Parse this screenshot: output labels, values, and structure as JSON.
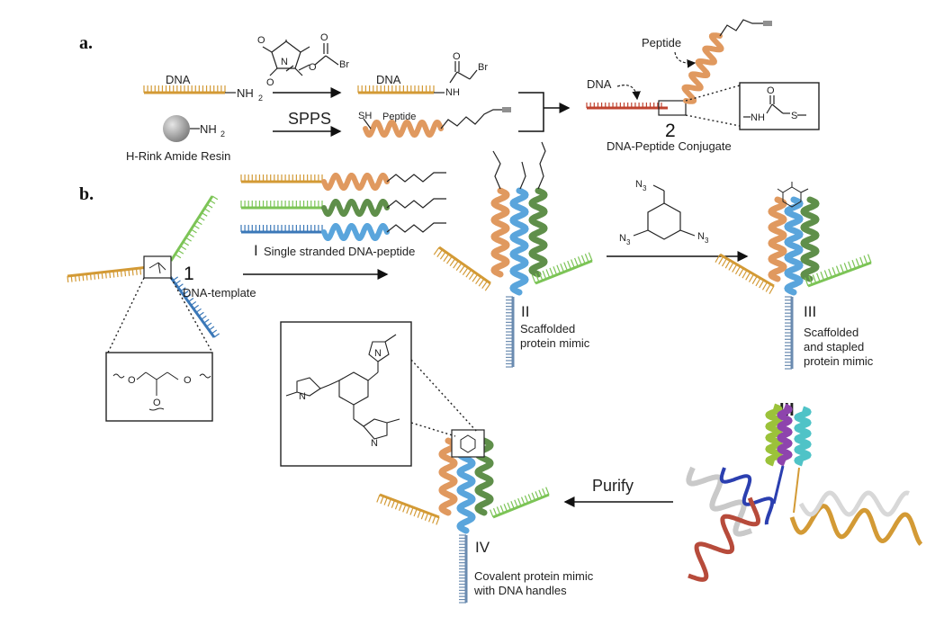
{
  "panels": {
    "a": "a.",
    "b": "b."
  },
  "panel_a": {
    "dna": "DNA",
    "nh2": "NH",
    "sub2": "2",
    "resin": "H-Rink Amide Resin",
    "spps": "SPPS",
    "sh": "SH",
    "peptide": "Peptide",
    "dna_brac": "DNA",
    "nh": "NH",
    "br": "Br",
    "conj_dna": "DNA",
    "conj_peptide": "Peptide",
    "step2_num": "2",
    "conjugate": "DNA-Peptide Conjugate",
    "linkage_nh": "NH",
    "linkage_s": "S",
    "o_atom": "O",
    "n_atom": "N"
  },
  "panel_b": {
    "template_num": "1",
    "template_label": "DNA-template",
    "o_atom": "O",
    "ss_num": "I",
    "ss_label": "Single stranded DNA-peptide",
    "scaf_num": "II",
    "scaf_label_1": "Scaffolded",
    "scaf_label_2": "protein mimic",
    "n3": "N",
    "sub3": "3",
    "staple_num": "III",
    "staple_label_1": "Scaffolded",
    "staple_label_2": "and stapled",
    "staple_label_3": "protein mimic",
    "struct_num": "III",
    "purify": "Purify",
    "covalent_num": "IV",
    "covalent_label_1": "Covalent protein mimic",
    "covalent_label_2": "with DNA handles",
    "triazole_n": "N"
  },
  "colors": {
    "orange_dna": "#d39a35",
    "green_dna": "#7cc456",
    "blue_dna": "#3b78b8",
    "peptide_orange": "#e0995f",
    "peptide_green": "#5f8f4a",
    "peptide_blue": "#5aa5dc",
    "red_dna": "#c0432f",
    "gray_stem": "#6a8bb0"
  }
}
